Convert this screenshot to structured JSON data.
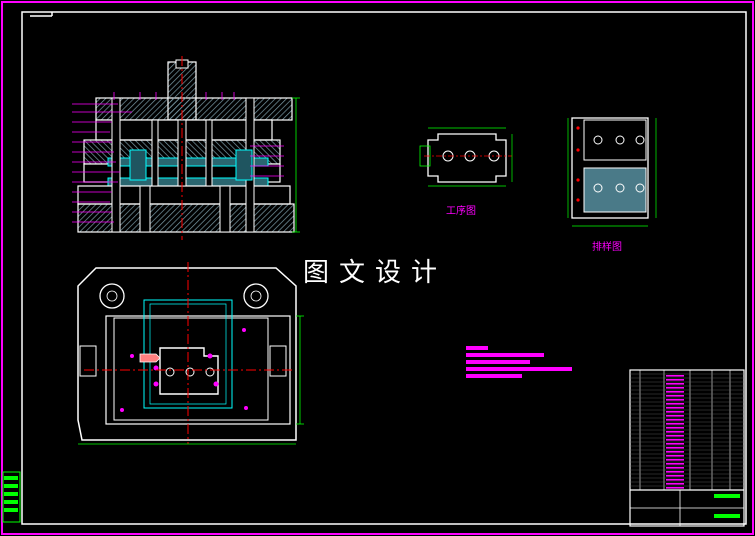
{
  "watermark": "图文设计",
  "views": {
    "process_label": "工序图",
    "layout_label": "排样图"
  },
  "colors": {
    "background": "#000000",
    "border": "#ff00ff",
    "outline": "#ffffff",
    "hatch": "#00ffff",
    "centerline": "#ff0000",
    "dimension": "#00ff00",
    "annotation": "#ff00ff",
    "plate_fill": "#4a7a88"
  }
}
